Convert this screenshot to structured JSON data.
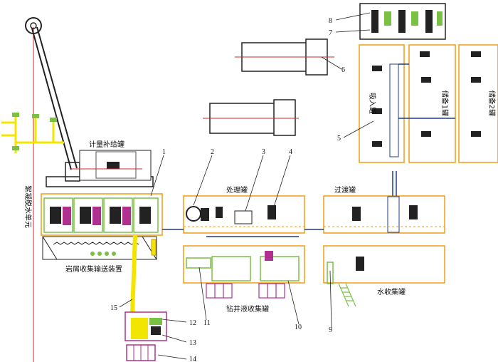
{
  "labels": {
    "metering_tank": "计量补给罐",
    "treatment_tank": "处理罐",
    "transition_tank": "过渡罐",
    "suction_tank": "吸入罐",
    "storage_tank_1": "储备1罐",
    "storage_tank_2": "储备2罐",
    "dewatering_unit": "絮凝脱水单元",
    "cuttings_conveyor": "岩屑收集输送装置",
    "drilling_fluid_tank": "钻井液收集罐",
    "water_tank": "水收集罐"
  },
  "callouts": [
    "1",
    "2",
    "3",
    "4",
    "5",
    "6",
    "7",
    "8",
    "9",
    "10",
    "11",
    "12",
    "13",
    "14",
    "15"
  ],
  "colors": {
    "tank_border": "#f39c12",
    "pipe": "#1f3a8a",
    "equipment_green": "#7ac143",
    "equipment_magenta": "#b0308f",
    "conveyor_yellow": "#f2e600",
    "red_line": "#d62728",
    "dark": "#222222"
  }
}
